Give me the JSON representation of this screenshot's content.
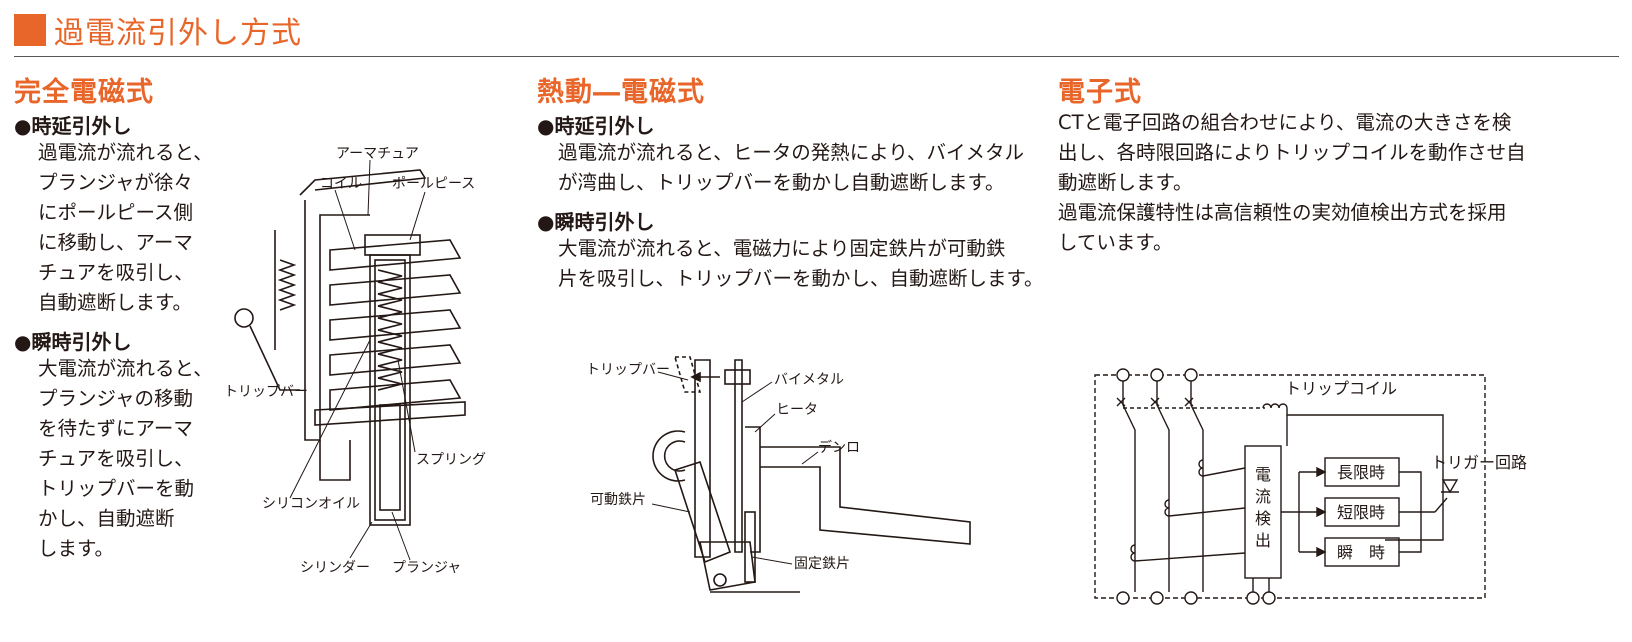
{
  "page_title": "過電流引外し方式",
  "colors": {
    "accent": "#e8662a",
    "text": "#231815"
  },
  "col1": {
    "heading": "完全電磁式",
    "delay_head": "●時延引外し",
    "delay_body": "過電流が流れると、\nプランジャが徐々\nにポールピース側\nに移動し、アーマ\nチュアを吸引し、\n自動遮断します。",
    "inst_head": "●瞬時引外し",
    "inst_body": "大電流が流れると、\nプランジャの移動\nを待たずにアーマ\nチュアを吸引し、\nトリップバーを動\nかし、自動遮断\nします。",
    "labels": {
      "armature": "アーマチュア",
      "coil": "コイル",
      "pole_piece": "ポールピース",
      "trip_bar": "トリップバー",
      "spring": "スプリング",
      "silicon_oil": "シリコンオイル",
      "cylinder": "シリンダー",
      "plunger": "プランジャ"
    }
  },
  "col2": {
    "heading": "熱動―電磁式",
    "delay_head": "●時延引外し",
    "delay_body": "過電流が流れると、ヒータの発熱により、バイメタル\nが湾曲し、トリップバーを動かし自動遮断します。",
    "inst_head": "●瞬時引外し",
    "inst_body": "大電流が流れると、電磁力により固定鉄片が可動鉄\n片を吸引し、トリップバーを動かし、自動遮断します。",
    "labels": {
      "trip_bar": "トリップバー",
      "bimetal": "バイメタル",
      "heater": "ヒータ",
      "denro": "デンロ",
      "movable_iron": "可動鉄片",
      "fixed_iron": "固定鉄片"
    }
  },
  "col3": {
    "heading": "電子式",
    "body1": "CTと電子回路の組合わせにより、電流の大きさを検\n出し、各時限回路によりトリップコイルを動作させ自\n動遮断します。",
    "body2": "過電流保護特性は高信頼性の実効値検出方式を採用\nしています。",
    "labels": {
      "trip_coil": "トリップコイル",
      "trigger": "トリガー回路",
      "current_detect": [
        "電",
        "流",
        "検",
        "出"
      ],
      "long": "長限時",
      "short": "短限時",
      "inst": "瞬　時"
    }
  }
}
